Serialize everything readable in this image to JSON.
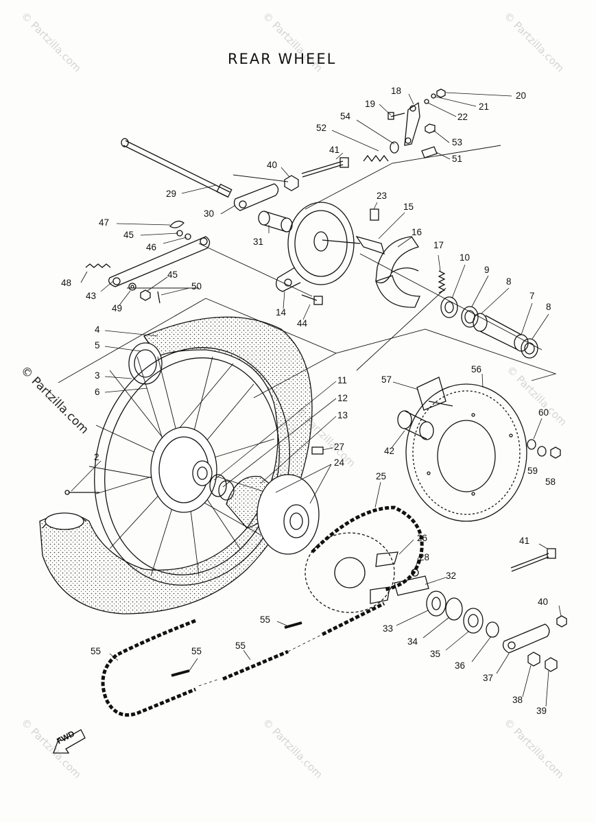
{
  "title": "REAR WHEEL",
  "watermark": "© Partzilla.com",
  "fwd_label": "FWD",
  "callouts": {
    "c2": "2",
    "c3": "3",
    "c4": "4",
    "c5": "5",
    "c6": "6",
    "c7": "7",
    "c8a": "8",
    "c8b": "8",
    "c9": "9",
    "c10": "10",
    "c11": "11",
    "c12": "12",
    "c13": "13",
    "c14": "14",
    "c15": "15",
    "c16": "16",
    "c17": "17",
    "c18": "18",
    "c19": "19",
    "c20": "20",
    "c21": "21",
    "c22": "22",
    "c23": "23",
    "c24": "24",
    "c25": "25",
    "c26": "26",
    "c27": "27",
    "c28": "28",
    "c29": "29",
    "c30": "30",
    "c31": "31",
    "c32": "32",
    "c33": "33",
    "c34": "34",
    "c35": "35",
    "c36": "36",
    "c37": "37",
    "c38": "38",
    "c39": "39",
    "c40a": "40",
    "c40b": "40",
    "c41a": "41",
    "c41b": "41",
    "c42": "42",
    "c43": "43",
    "c44": "44",
    "c45a": "45",
    "c45b": "45",
    "c46": "46",
    "c47": "47",
    "c48": "48",
    "c49": "49",
    "c50": "50",
    "c51": "51",
    "c52": "52",
    "c53": "53",
    "c54": "54",
    "c55a": "55",
    "c55b": "55",
    "c55c": "55",
    "c55d": "55",
    "c56": "56",
    "c57": "57",
    "c58": "58",
    "c59": "59",
    "c60": "60"
  }
}
